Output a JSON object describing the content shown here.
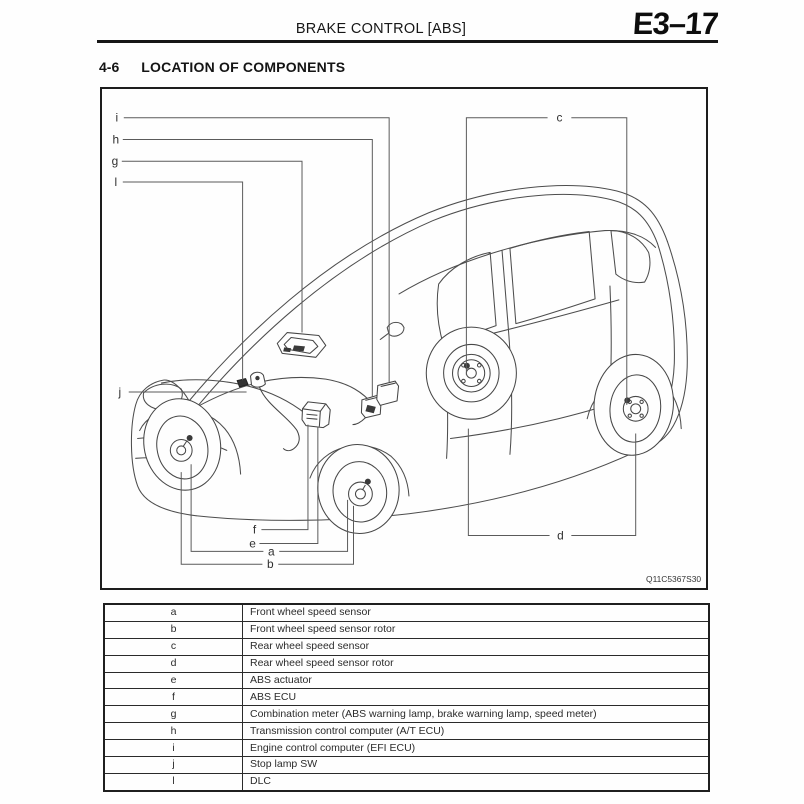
{
  "page": {
    "header_title": "BRAKE CONTROL [ABS]",
    "page_code": "E3–17",
    "section_number": "4-6",
    "section_title": "LOCATION OF COMPONENTS"
  },
  "figure": {
    "code": "Q11C5367S30",
    "labels": {
      "a": "a",
      "b": "b",
      "c": "c",
      "d": "d",
      "e": "e",
      "f": "f",
      "g": "g",
      "h": "h",
      "i": "i",
      "j": "j",
      "l": "l"
    }
  },
  "table": {
    "rows": [
      {
        "key": "a",
        "desc": "Front wheel speed sensor"
      },
      {
        "key": "b",
        "desc": "Front wheel speed sensor rotor"
      },
      {
        "key": "c",
        "desc": "Rear wheel speed sensor"
      },
      {
        "key": "d",
        "desc": "Rear wheel speed sensor rotor"
      },
      {
        "key": "e",
        "desc": "ABS actuator"
      },
      {
        "key": "f",
        "desc": "ABS ECU"
      },
      {
        "key": "g",
        "desc": "Combination meter (ABS warning lamp, brake warning lamp, speed meter)"
      },
      {
        "key": "h",
        "desc": "Transmission control computer (A/T ECU)"
      },
      {
        "key": "i",
        "desc": "Engine control computer (EFI ECU)"
      },
      {
        "key": "j",
        "desc": "Stop lamp SW"
      },
      {
        "key": "l",
        "desc": "DLC"
      }
    ]
  },
  "colors": {
    "ink": "#1d1d1d",
    "line_art": "#4d4d4d",
    "leader_line": "#5a5a5a"
  }
}
